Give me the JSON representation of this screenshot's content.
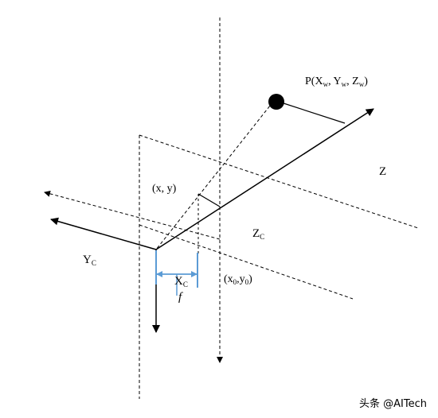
{
  "labels": {
    "point_p": "P(Xw, Yw, Zw)",
    "point_p_parts": {
      "prefix": "P(X",
      "sub1": "w",
      "sep1": ", Y",
      "sub2": "w",
      "sep2": ", Z",
      "sub3": "w",
      "suffix": ")"
    },
    "z_axis": "Z",
    "image_point": "(x, y)",
    "zc": {
      "main": "Z",
      "sub": "C"
    },
    "yc": {
      "main": "Y",
      "sub": "C"
    },
    "xc": {
      "main": "X",
      "sub": "C"
    },
    "principal_point": {
      "open": "(x",
      "sub1": "0",
      "mid": ",y",
      "sub2": "0",
      "close": ")"
    },
    "focal_length": "f"
  },
  "watermark": "头条 @AITech",
  "colors": {
    "line": "#000000",
    "focal_bracket": "#5b9bd5",
    "watermark": "#555555"
  }
}
